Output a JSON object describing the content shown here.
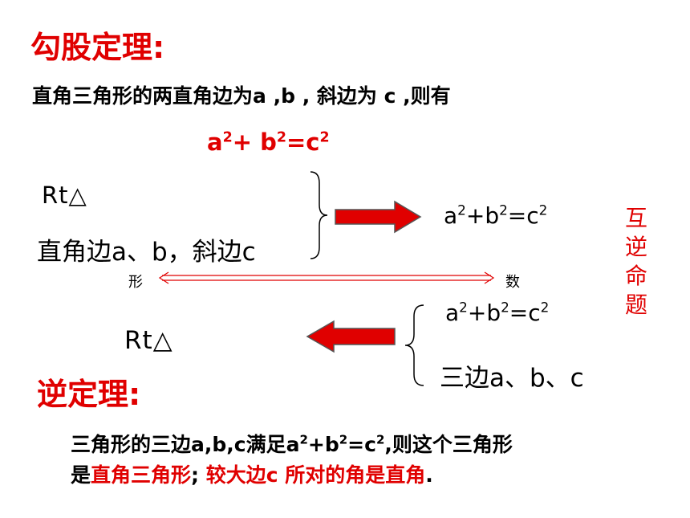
{
  "theorem_title": "勾股定理:",
  "statement": {
    "intro": "直角三角形的两直角边为",
    "a": "a",
    "sep1": " ,",
    "b": "b",
    "sep2": " , 斜边为 ",
    "c": "c",
    "tail": " ,则有"
  },
  "main_formula": {
    "a": "a",
    "p1": "2",
    "plus": "+ b",
    "p2": "2",
    "eq": "=c",
    "p3": "2"
  },
  "left_top": {
    "rt": "Rt△",
    "condition": "直角边a、b，斜边c"
  },
  "right_top": {
    "a": "a",
    "p1": "2",
    "plus": "+b",
    "p2": "2",
    "eq": "=c",
    "p3": "2"
  },
  "vertical_label": "互逆命题",
  "shape_label": "形",
  "number_label": "数",
  "right_bottom": {
    "a": "a",
    "p1": "2",
    "plus": "+b",
    "p2": "2",
    "eq": "=c",
    "p3": "2",
    "condition": "三边a、b、c"
  },
  "left_bottom": {
    "rt": "Rt△"
  },
  "converse_title": "逆定理:",
  "converse": {
    "part1": "三角形的三边a,b,c满足a",
    "p1": "2",
    "part2": "+b",
    "p2": "2",
    "part3": "=c",
    "p3": "2",
    "part4": ",则这个三角形",
    "line2_a": "是",
    "red1": "直角三角形",
    "line2_b": ";  ",
    "red2": "较大边c 所对的角是直角",
    "end": "."
  },
  "colors": {
    "accent": "#e00000",
    "text": "#000000"
  }
}
